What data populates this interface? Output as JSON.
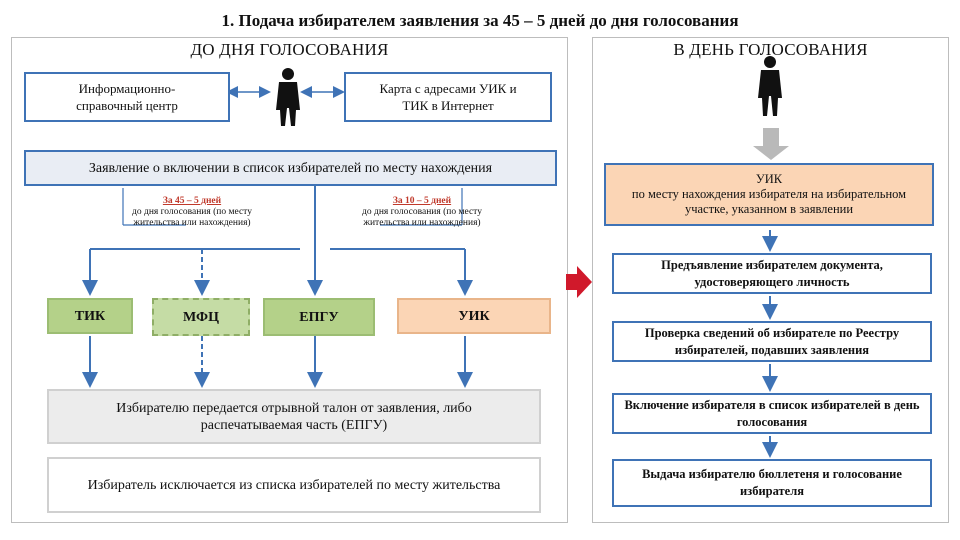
{
  "title": "1. Подача избирателем заявления за 45 – 5 дней до дня голосования",
  "left_panel": {
    "title": "ДО ДНЯ ГОЛОСОВАНИЯ",
    "info_center": "Информационно-справочный центр",
    "map_box": "Карта с адресами УИК и ТИК в Интернет",
    "application": "Заявление о включении в список избирателей по месту нахождения",
    "term1": {
      "head": "За 45 – 5 дней",
      "sub": "до дня голосования (по месту жительства или нахождения)"
    },
    "term2": {
      "head": "За 10 – 5 дней",
      "sub": "до дня голосования (по месту жительства или нахождения)"
    },
    "orgs": {
      "tik": "ТИК",
      "mfc": "МФЦ",
      "epgu": "ЕПГУ",
      "uik": "УИК"
    },
    "coupon": "Избирателю передается отрывной талон от заявления, либо распечатываемая часть (ЕПГУ)",
    "excluded": "Избиратель исключается из списка избирателей по месту жительства"
  },
  "right_panel": {
    "title": "В ДЕНЬ ГОЛОСОВАНИЯ",
    "uik_head": "УИК",
    "uik_text": "по месту нахождения избирателя на избирательном участке, указанном в заявлении",
    "step1": "Предъявление избирателем документа, удостоверяющего личность",
    "step2": "Проверка сведений об избирателе по Реестру избирателей, подавших заявления",
    "step3": "Включение избирателя в список избирателей в день голосования",
    "step4": "Выдача избирателю бюллетеня и голосование избирателя"
  },
  "colors": {
    "arrow": "#3f73b6",
    "green": "#b4d189",
    "peach": "#fbd5b5",
    "red_arrow": "#d0192b"
  }
}
